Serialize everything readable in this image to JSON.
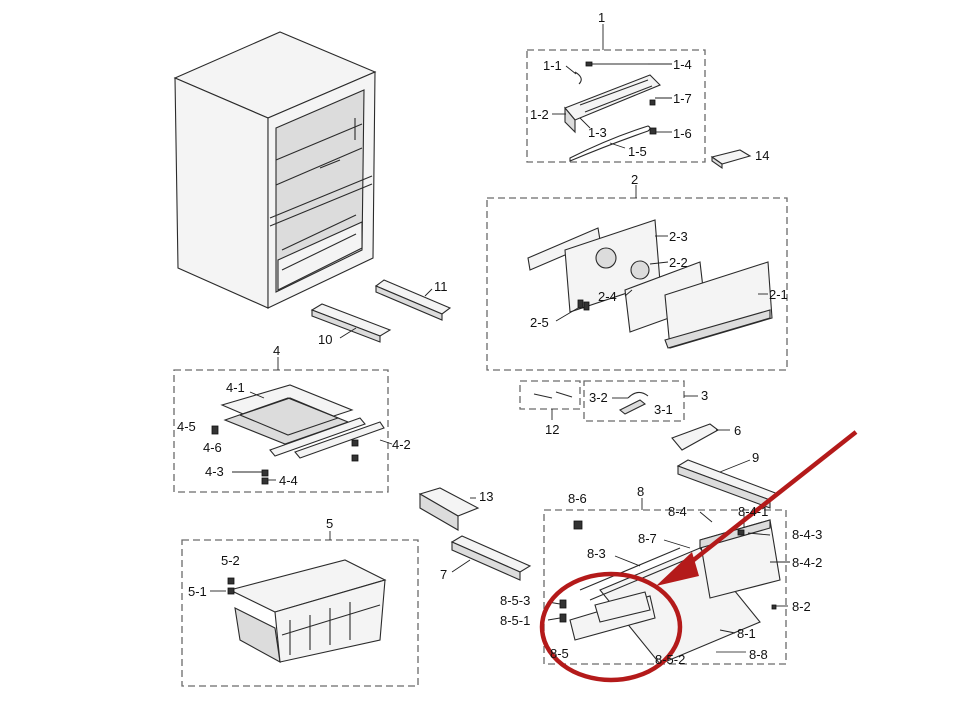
{
  "highlight": {
    "color": "#b41a1a"
  },
  "labels": [
    {
      "id": "l-1",
      "text": "1"
    },
    {
      "id": "l-1-1",
      "text": "1-1"
    },
    {
      "id": "l-1-2",
      "text": "1-2"
    },
    {
      "id": "l-1-3",
      "text": "1-3"
    },
    {
      "id": "l-1-4",
      "text": "1-4"
    },
    {
      "id": "l-1-5",
      "text": "1-5"
    },
    {
      "id": "l-1-6",
      "text": "1-6"
    },
    {
      "id": "l-1-7",
      "text": "1-7"
    },
    {
      "id": "l-14",
      "text": "14"
    },
    {
      "id": "l-2",
      "text": "2"
    },
    {
      "id": "l-2-1",
      "text": "2-1"
    },
    {
      "id": "l-2-2",
      "text": "2-2"
    },
    {
      "id": "l-2-3",
      "text": "2-3"
    },
    {
      "id": "l-2-4",
      "text": "2-4"
    },
    {
      "id": "l-2-5",
      "text": "2-5"
    },
    {
      "id": "l-10",
      "text": "10"
    },
    {
      "id": "l-11",
      "text": "11"
    },
    {
      "id": "l-3",
      "text": "3"
    },
    {
      "id": "l-3-1",
      "text": "3-1"
    },
    {
      "id": "l-3-2",
      "text": "3-2"
    },
    {
      "id": "l-12",
      "text": "12"
    },
    {
      "id": "l-4",
      "text": "4"
    },
    {
      "id": "l-4-1",
      "text": "4-1"
    },
    {
      "id": "l-4-2",
      "text": "4-2"
    },
    {
      "id": "l-4-3",
      "text": "4-3"
    },
    {
      "id": "l-4-4",
      "text": "4-4"
    },
    {
      "id": "l-4-5",
      "text": "4-5"
    },
    {
      "id": "l-4-6",
      "text": "4-6"
    },
    {
      "id": "l-5",
      "text": "5"
    },
    {
      "id": "l-5-1",
      "text": "5-1"
    },
    {
      "id": "l-5-2",
      "text": "5-2"
    },
    {
      "id": "l-6",
      "text": "6"
    },
    {
      "id": "l-7",
      "text": "7"
    },
    {
      "id": "l-9",
      "text": "9"
    },
    {
      "id": "l-13",
      "text": "13"
    },
    {
      "id": "l-8",
      "text": "8"
    },
    {
      "id": "l-8-1",
      "text": "8-1"
    },
    {
      "id": "l-8-2",
      "text": "8-2"
    },
    {
      "id": "l-8-3",
      "text": "8-3"
    },
    {
      "id": "l-8-4",
      "text": "8-4"
    },
    {
      "id": "l-8-4-1",
      "text": "8-4-1"
    },
    {
      "id": "l-8-4-2",
      "text": "8-4-2"
    },
    {
      "id": "l-8-4-3",
      "text": "8-4-3"
    },
    {
      "id": "l-8-5",
      "text": "8-5"
    },
    {
      "id": "l-8-5-1",
      "text": "8-5-1"
    },
    {
      "id": "l-8-5-2",
      "text": "8-5-2"
    },
    {
      "id": "l-8-5-3",
      "text": "8-5-3"
    },
    {
      "id": "l-8-6",
      "text": "8-6"
    },
    {
      "id": "l-8-7",
      "text": "8-7"
    },
    {
      "id": "l-8-8",
      "text": "8-8"
    }
  ]
}
